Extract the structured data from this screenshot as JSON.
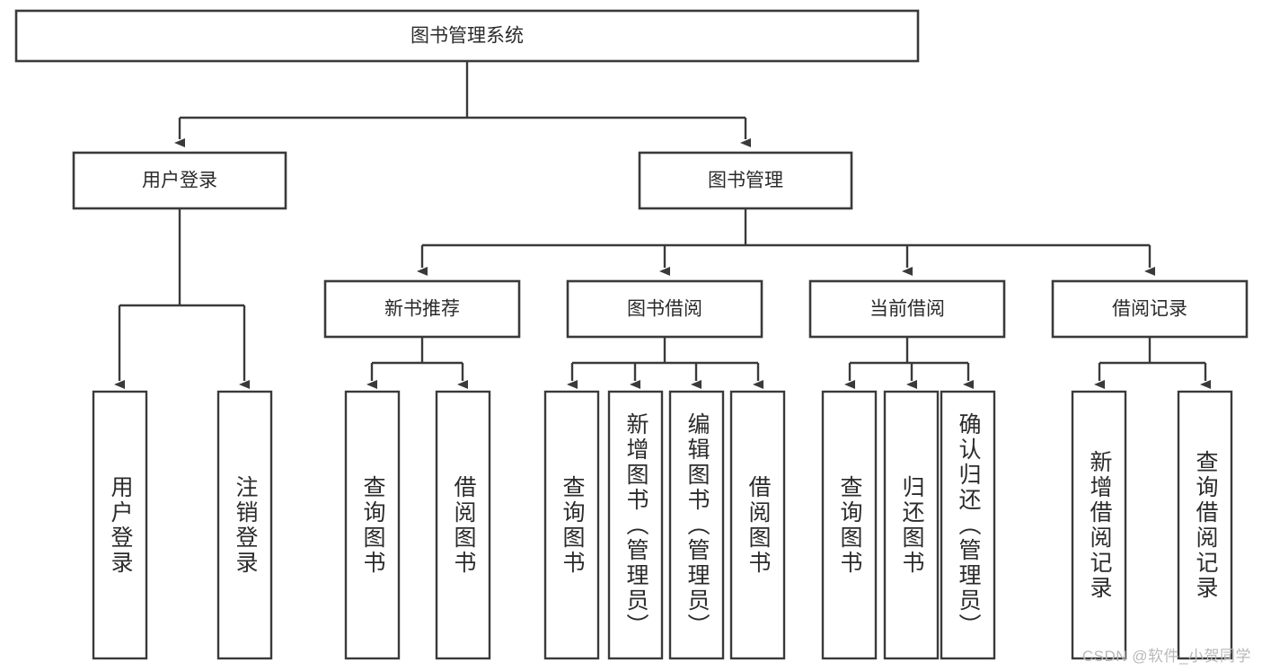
{
  "diagram": {
    "title": "图书管理系统",
    "type": "hierarchy-tree",
    "root": {
      "id": "root",
      "label": "图书管理系统"
    },
    "level2": [
      {
        "id": "user-login",
        "label": "用户登录"
      },
      {
        "id": "book-manage",
        "label": "图书管理"
      }
    ],
    "level3": [
      {
        "id": "new-book-recommend",
        "label": "新书推荐",
        "parent": "book-manage"
      },
      {
        "id": "book-borrow",
        "label": "图书借阅",
        "parent": "book-manage"
      },
      {
        "id": "current-borrow",
        "label": "当前借阅",
        "parent": "book-manage"
      },
      {
        "id": "borrow-record",
        "label": "借阅记录",
        "parent": "book-manage"
      }
    ],
    "leaves": [
      {
        "id": "leaf-user-login",
        "label": "用户登录",
        "parent": "user-login"
      },
      {
        "id": "leaf-user-logout",
        "label": "注销登录",
        "parent": "user-login"
      },
      {
        "id": "leaf-query-book-1",
        "label": "查询图书",
        "parent": "new-book-recommend"
      },
      {
        "id": "leaf-borrow-book-1",
        "label": "借阅图书",
        "parent": "new-book-recommend"
      },
      {
        "id": "leaf-query-book-2",
        "label": "查询图书",
        "parent": "book-borrow"
      },
      {
        "id": "leaf-add-book",
        "label": "新增图书（管理员）",
        "parent": "book-borrow"
      },
      {
        "id": "leaf-edit-book",
        "label": "编辑图书（管理员）",
        "parent": "book-borrow"
      },
      {
        "id": "leaf-borrow-book-2",
        "label": "借阅图书",
        "parent": "book-borrow"
      },
      {
        "id": "leaf-query-book-3",
        "label": "查询图书",
        "parent": "current-borrow"
      },
      {
        "id": "leaf-return-book",
        "label": "归还图书",
        "parent": "current-borrow"
      },
      {
        "id": "leaf-confirm-return",
        "label": "确认归还（管理员）",
        "parent": "current-borrow"
      },
      {
        "id": "leaf-add-record",
        "label": "新增借阅记录",
        "parent": "borrow-record"
      },
      {
        "id": "leaf-query-record",
        "label": "查询借阅记录",
        "parent": "borrow-record"
      }
    ],
    "colors": {
      "stroke": "#3a3a3a",
      "fill": "#ffffff",
      "text": "#2b2b2b",
      "watermark": "#b9b9b9"
    }
  },
  "watermark": {
    "text": "CSDN @软件_小贺同学"
  }
}
